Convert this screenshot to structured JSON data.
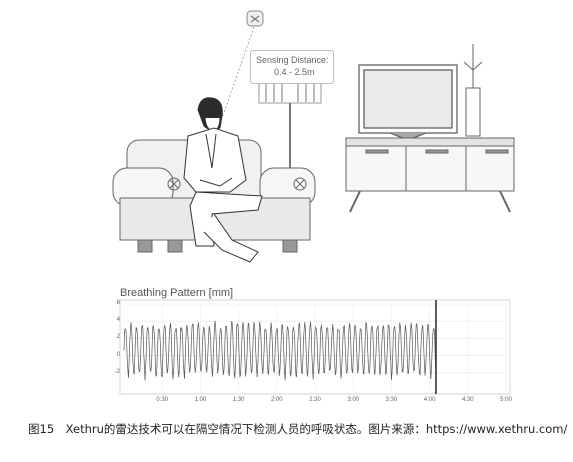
{
  "illustration": {
    "callout_line1": "Sensing Distance:",
    "callout_line2": "0.4 - 2.5m"
  },
  "chart_data": {
    "type": "line",
    "title": "Breathing Pattern [mm]",
    "xlabel": "",
    "ylabel": "",
    "x_ticks": [
      "0:30",
      "1:00",
      "1:30",
      "2:00",
      "2:30",
      "3:00",
      "3:30",
      "4:00",
      "4:30",
      "5:00"
    ],
    "y_ticks": [
      "6",
      "4",
      "2",
      "0",
      "-2"
    ],
    "ylim": [
      -4,
      6
    ],
    "xlim_seconds": [
      0,
      300
    ],
    "cursor_seconds": 245,
    "grid": true,
    "series": [
      {
        "points_seconds": [
          0,
          245
        ],
        "amplitude": 3.2,
        "period_seconds": 4.4,
        "offset": 0.6
      }
    ]
  },
  "caption": {
    "text": "图15　Xethru的雷达技术可以在隔空情况下检测人员的呼吸状态。图片来源：https://www.xethru.com/"
  }
}
